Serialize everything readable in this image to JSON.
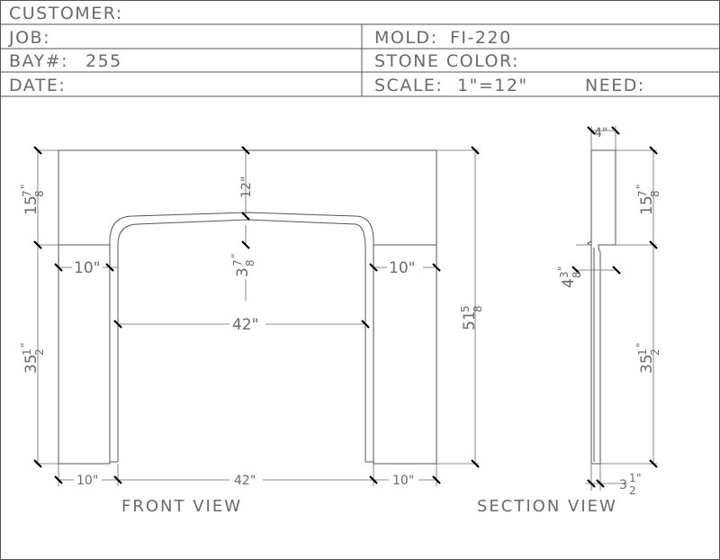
{
  "header": {
    "customer_label": "CUSTOMER:",
    "job_label": "JOB:",
    "bay_label": "BAY#:",
    "bay_value": "255",
    "date_label": "DATE:",
    "mold_label": "MOLD:",
    "mold_value": "FI-220",
    "stone_color_label": "STONE COLOR:",
    "scale_label": "SCALE:",
    "scale_value": "1\"=12\"",
    "need_label": "NEED:"
  },
  "front_view": {
    "title": "FRONT VIEW",
    "overall_height": {
      "whole": "51",
      "num": "5",
      "den": "8"
    },
    "frieze_height": {
      "whole": "15",
      "num": "7",
      "den": "8"
    },
    "arch_rise": "12\"",
    "arch_band": {
      "whole": "3",
      "num": "7",
      "den": "8"
    },
    "leg_height": {
      "whole": "35",
      "num": "1",
      "den": "2"
    },
    "left_leg_width": "10\"",
    "right_leg_width": "10\"",
    "opening_width": "42\"",
    "bottom_left": "10\"",
    "bottom_center": "42\"",
    "bottom_right": "10\""
  },
  "section_view": {
    "title": "SECTION VIEW",
    "top_depth": "4\"",
    "frieze_height": {
      "whole": "15",
      "num": "7",
      "den": "8"
    },
    "shelf": {
      "whole": "4",
      "num": "3",
      "den": "8"
    },
    "leg_height": {
      "whole": "35",
      "num": "1",
      "den": "2"
    },
    "base_depth": {
      "whole": "3",
      "num": "1",
      "den": "2"
    }
  }
}
